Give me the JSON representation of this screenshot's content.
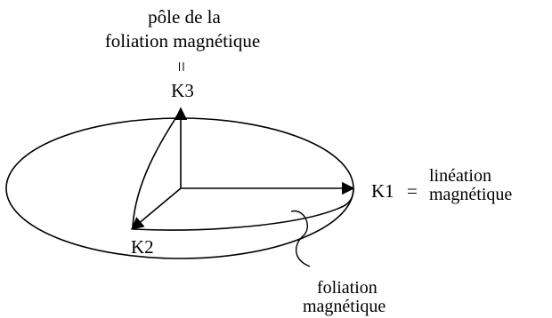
{
  "pole_label": {
    "line1": "pôle de la",
    "line2": "foliation magnétique",
    "equals": "=",
    "axis": "K3"
  },
  "axes": {
    "k1": "K1",
    "k1_eq": "=",
    "k1_desc_line1": "linéation",
    "k1_desc_line2": "magnétique",
    "k2": "K2"
  },
  "foliation_label": {
    "line1": "foliation",
    "line2": "magnétique"
  },
  "colors": {
    "ink": "#000000",
    "background": "#ffffff"
  }
}
